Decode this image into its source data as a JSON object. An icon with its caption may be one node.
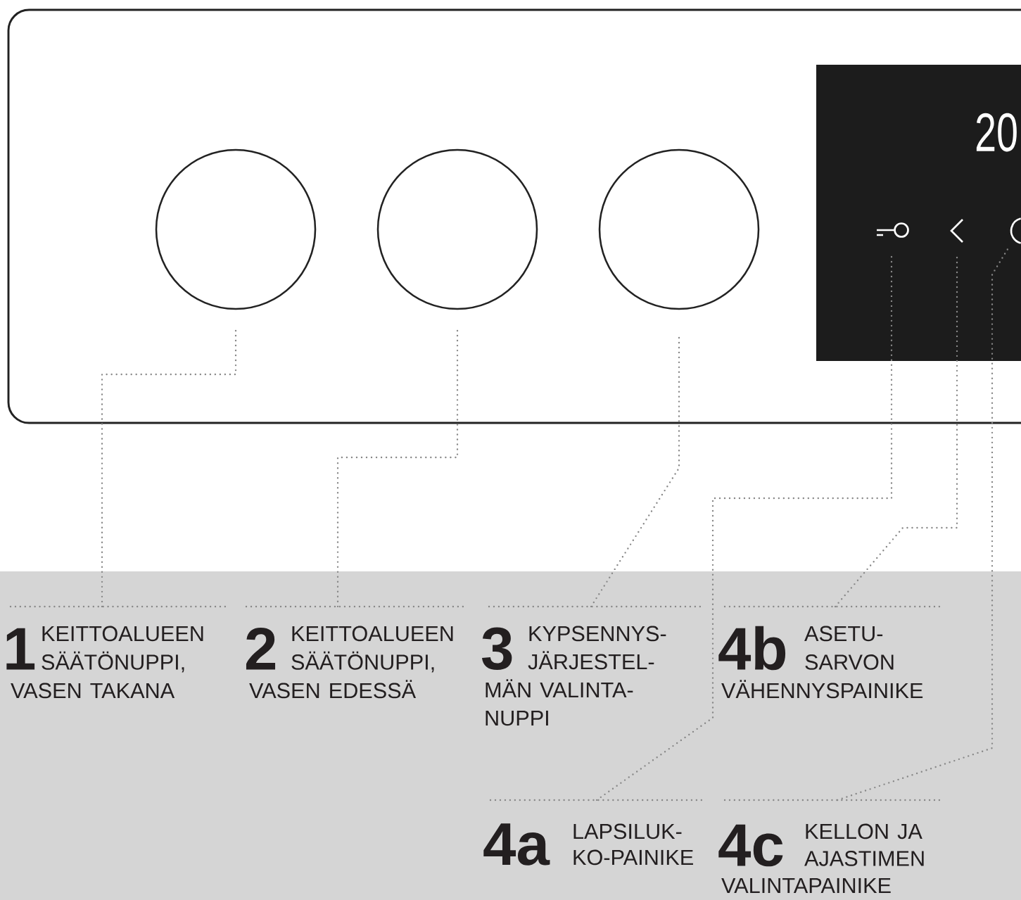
{
  "diagram": {
    "nodes": [
      {
        "text": [],
        "shape": "circle"
      },
      {
        "text": [],
        "shape": "circle"
      },
      {
        "text": [],
        "shape": "circle"
      },
      {
        "text": [],
        "shape": "picture"
      },
      {
        "text": [],
        "shape": "picture"
      },
      {
        "text": [],
        "shape": "circle"
      },
      {
        "text": [
          "1",
          "KEITTOALUEEN SÄÄTÖNUPPI, VASEN TAKANA"
        ]
      },
      {
        "text": [
          "2",
          "KEITTOALUEEN SÄÄTÖNUPPI, VASEN EDESSÄ"
        ]
      },
      {
        "text": [
          "3",
          "KYPSENNYS- JÄRJESTEL- MÄN VALINTA- NUPPI"
        ]
      },
      {
        "text": [
          "4b",
          "ASETU- SARVON VÄHENNYSPAINIKE"
        ]
      },
      {
        "text": [
          "4a",
          "LAPSILUK- KO-PAINIKE"
        ]
      },
      {
        "text": [
          "4c",
          "KELLON JA AJASTIMEN VALINTAPAINIKE"
        ]
      }
    ],
    "edges": [
      {
        "from": 0,
        "to": 6,
        "arrow": "none"
      },
      {
        "from": 1,
        "to": 7,
        "arrow": "none"
      },
      {
        "from": 2,
        "to": 8,
        "arrow": "none"
      },
      {
        "from": 3,
        "to": 10,
        "arrow": "none"
      },
      {
        "from": 4,
        "to": 9,
        "arrow": "none"
      },
      {
        "from": 5,
        "to": 11,
        "arrow": "none"
      }
    ],
    "labels": [
      "20"
    ]
  }
}
